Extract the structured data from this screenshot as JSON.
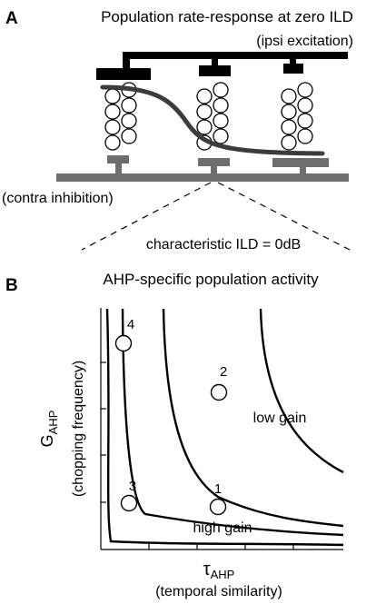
{
  "panel_a": {
    "letter": "A",
    "title": "Population rate-response at zero ILD",
    "ipsi_label": "(ipsi excitation)",
    "contra_label": "(contra inhibition)",
    "characteristic_label": "characteristic ILD = 0dB",
    "colors": {
      "excitation": "#000000",
      "inhibition": "#6e6e6e",
      "response_curve": "#3c3c3c"
    }
  },
  "panel_b": {
    "letter": "B",
    "title": "AHP-specific population activity",
    "y_axis": {
      "symbol": "G",
      "subscript": "AHP",
      "description": "(chopping frequency)"
    },
    "x_axis": {
      "symbol": "τ",
      "subscript": "AHP",
      "description": "(temporal similarity)"
    },
    "low_gain_label": "low gain",
    "high_gain_label": "high gain",
    "markers": [
      {
        "label": "1"
      },
      {
        "label": "2"
      },
      {
        "label": "3"
      },
      {
        "label": "4"
      }
    ]
  }
}
